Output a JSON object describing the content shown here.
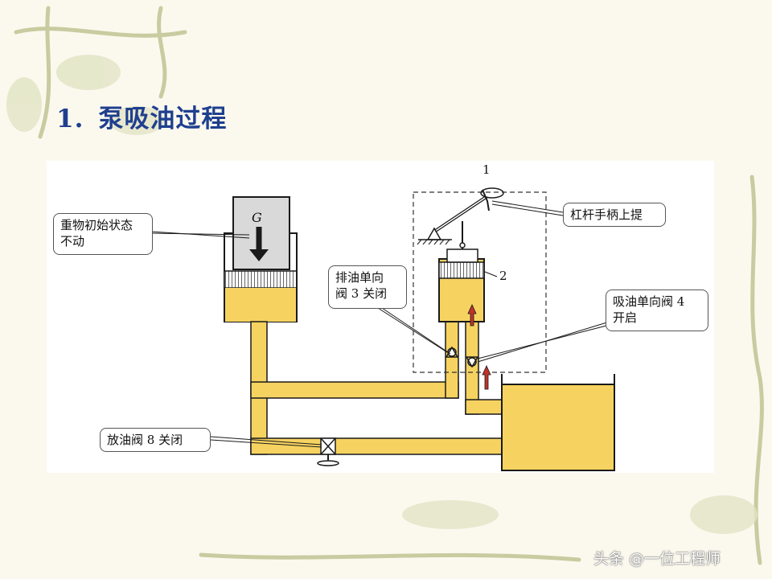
{
  "slide": {
    "title_number": "1.",
    "title_text": "泵吸油过程"
  },
  "diagram": {
    "weight_symbol": "G",
    "part_label_1": "1",
    "part_label_2": "2",
    "callouts": {
      "weight": [
        "重物初始状态",
        "不动"
      ],
      "lever": "杠杆手柄上提",
      "discharge_valve": [
        "排油单向",
        "阀 3 关闭"
      ],
      "suction_valve": [
        "吸油单向阀 4",
        "开启"
      ],
      "drain_valve": "放油阀 8 关闭"
    }
  },
  "watermark": "头条 @一位工程师",
  "colors": {
    "oil": "#f6d361",
    "outline": "#1a1a1a",
    "title": "#1f3f8f",
    "arrow": "#c0322b",
    "cylinder_gray": "#d9d9d9"
  }
}
